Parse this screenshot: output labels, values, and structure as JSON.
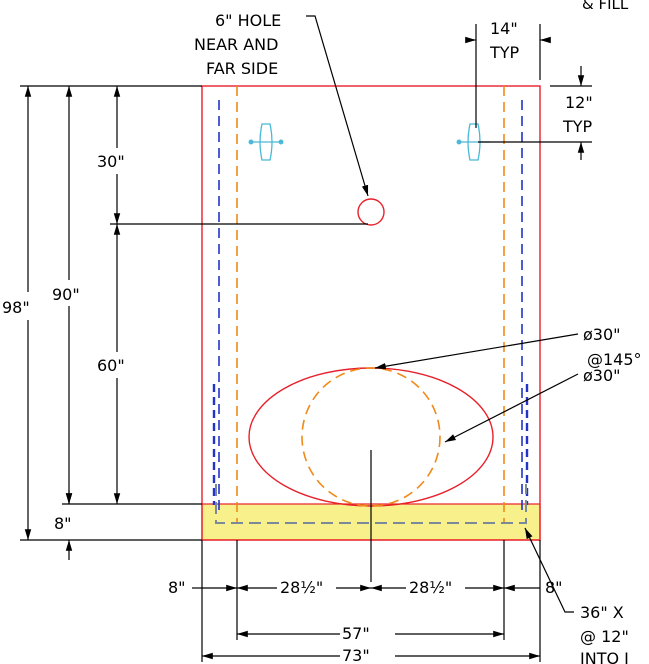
{
  "colors": {
    "outline": "#e8202a",
    "inner_offset": "#f08a1a",
    "rebar": "#2233c8",
    "footing_fill": "#f8f08a",
    "footing_bar": "#7a8a9a",
    "fixture": "#4ab8d8",
    "dimension": "#000000"
  },
  "labels": {
    "top_partial": "& FILL",
    "hole_note_line1": "6\" HOLE",
    "hole_note_line2": "NEAR AND",
    "hole_note_line3": "FAR SIDE",
    "spacing_top": "14\"",
    "spacing_top_typ": "TYP",
    "edge_12": "12\"",
    "edge_12_typ": "TYP",
    "pipe_dia_1": "ø30\"",
    "pipe_angle": "@145°",
    "pipe_dia_2": "ø30\"",
    "footing_note_1": "36\" X",
    "footing_note_2": "@ 12\"",
    "footing_note_3": "INTO J"
  },
  "dimensions": {
    "height_total": "98\"",
    "height_wall": "90\"",
    "top_to_hole": "30\"",
    "hole_to_base": "60\"",
    "footing_thickness": "8\"",
    "left_offset": "8\"",
    "half_left": "28½\"",
    "half_right": "28½\"",
    "right_offset": "8\"",
    "inner_width": "57\"",
    "outer_width": "73\""
  }
}
